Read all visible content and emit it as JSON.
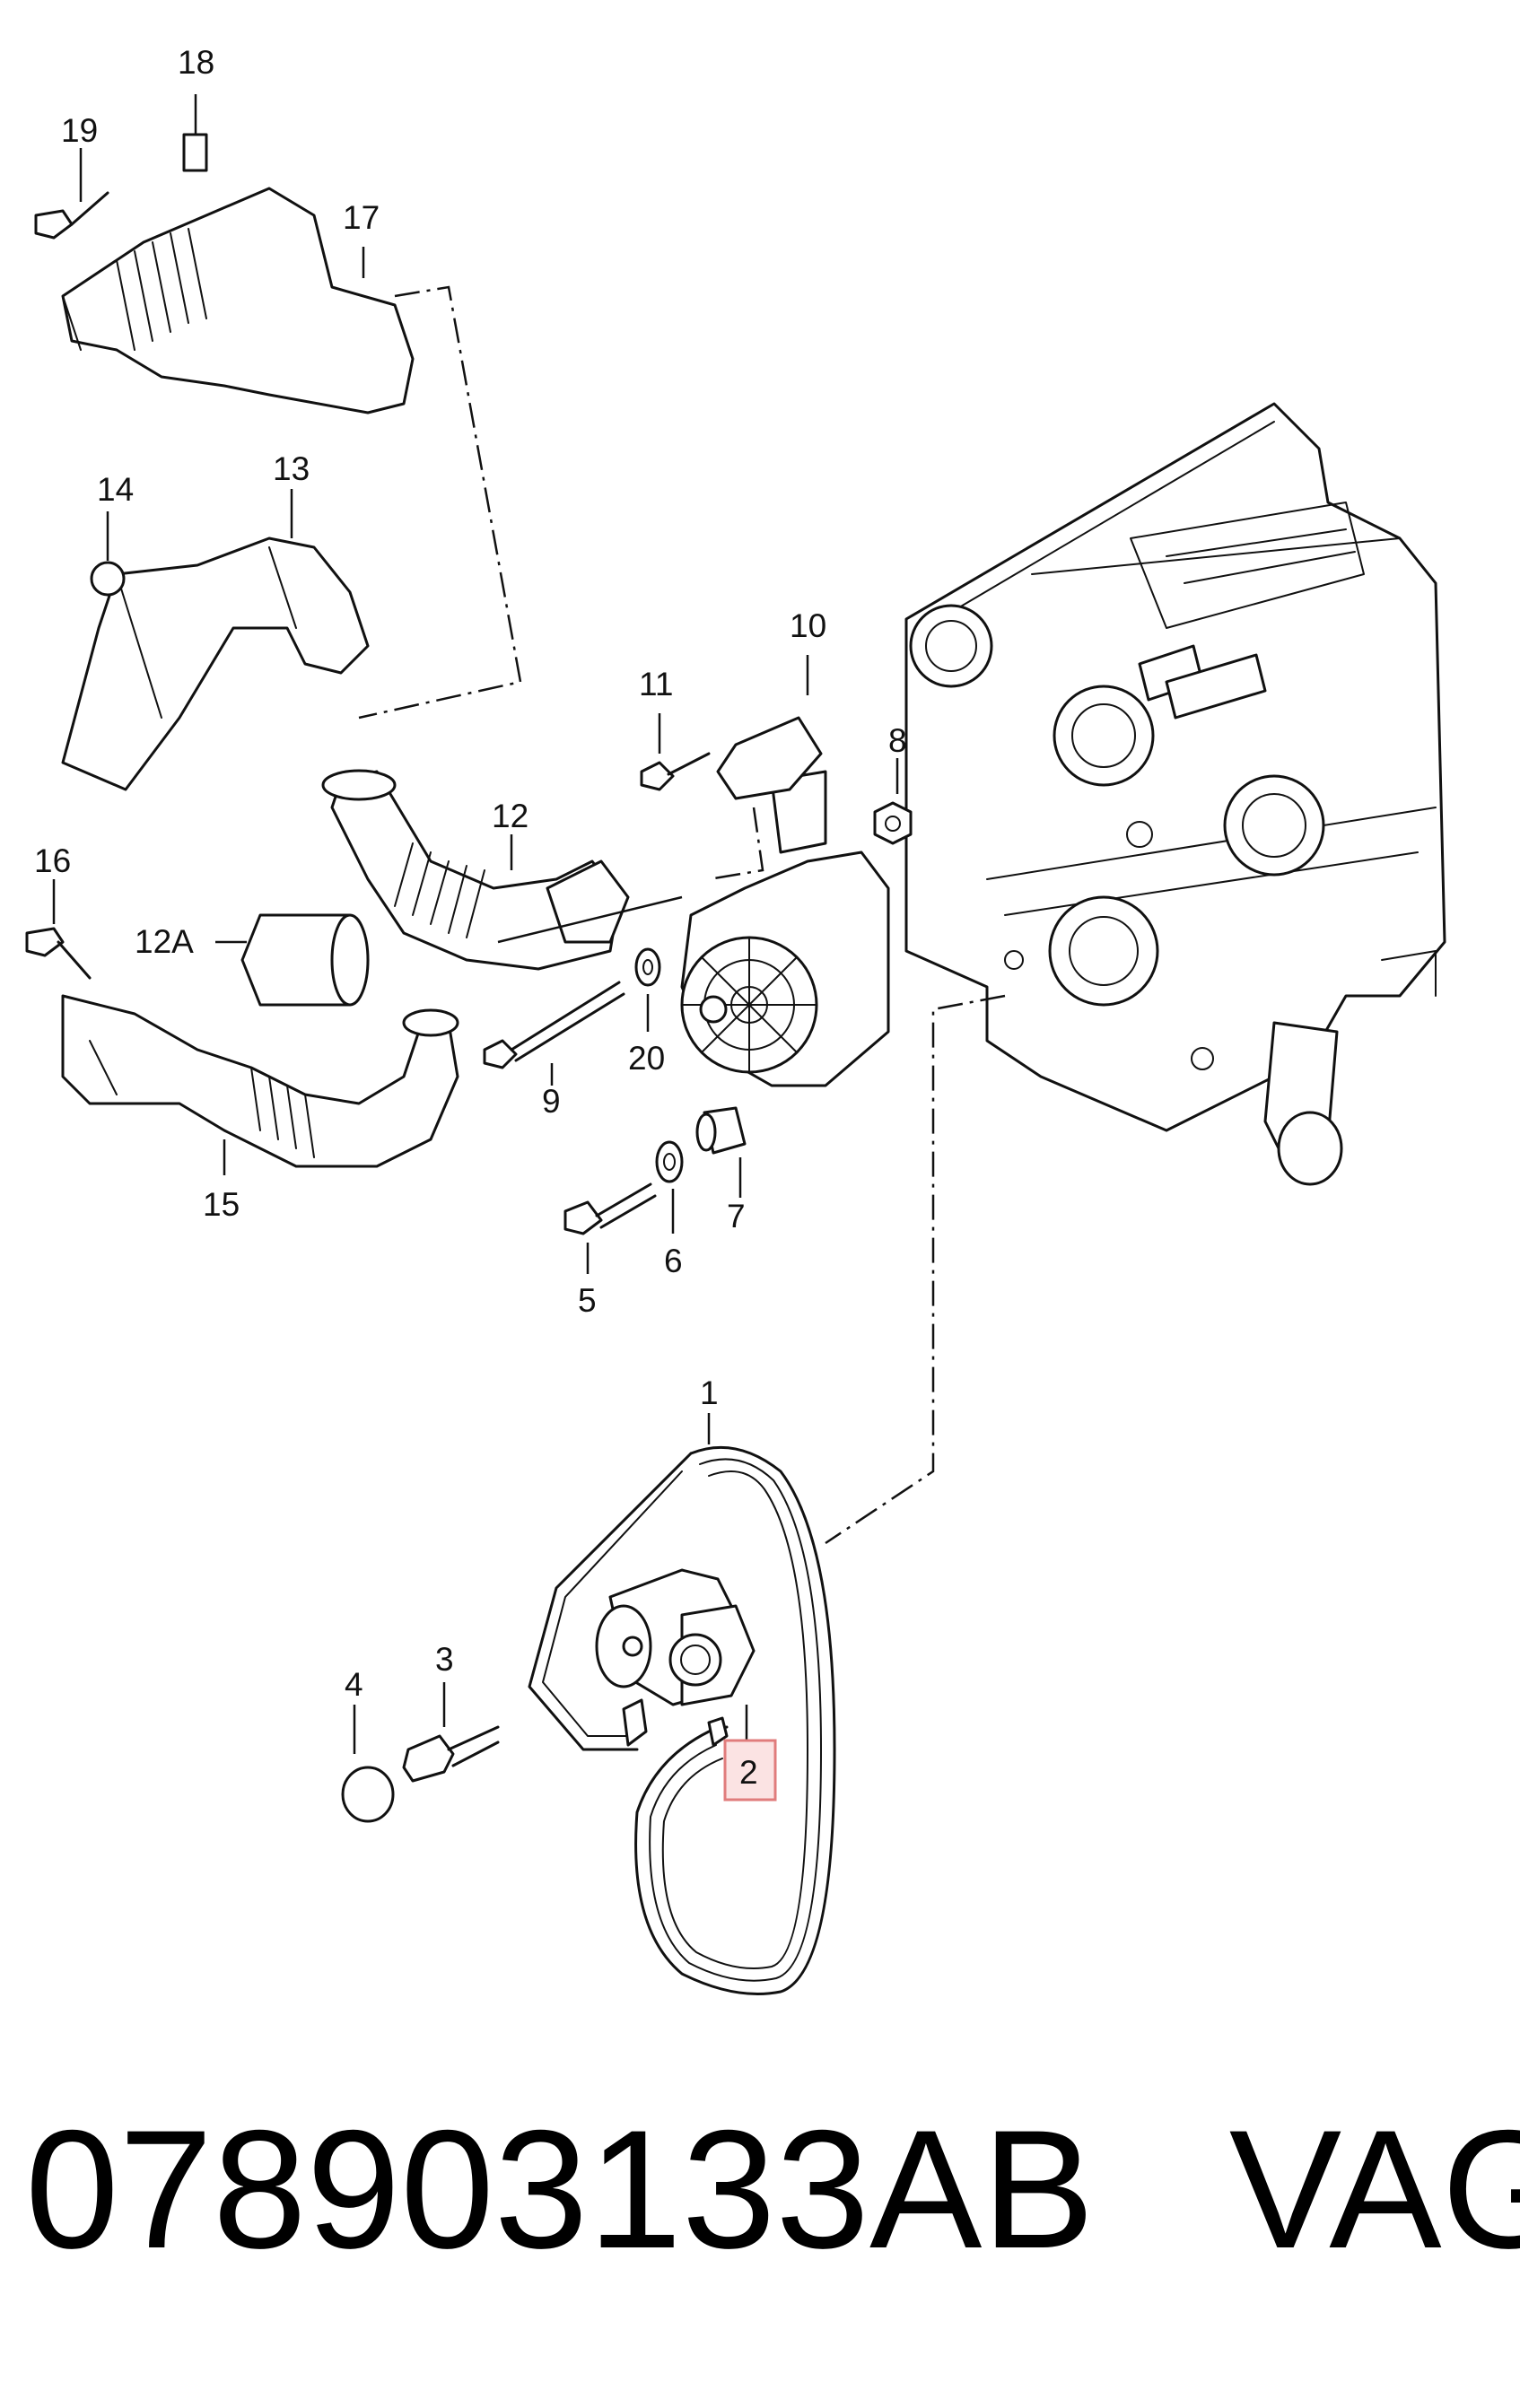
{
  "diagram": {
    "callouts": {
      "c1": "1",
      "c2": "2",
      "c3": "3",
      "c4": "4",
      "c5": "5",
      "c6": "6",
      "c7": "7",
      "c8": "8",
      "c9": "9",
      "c10": "10",
      "c11": "11",
      "c12": "12",
      "c12a": "12A",
      "c13": "13",
      "c14": "14",
      "c15": "15",
      "c16": "16",
      "c17": "17",
      "c18": "18",
      "c19": "19",
      "c20": "20"
    },
    "highlighted_callout": "2",
    "highlight_color": "#e07c7c"
  },
  "footer": {
    "part_number": "078903133AB",
    "brand": "VAG"
  }
}
